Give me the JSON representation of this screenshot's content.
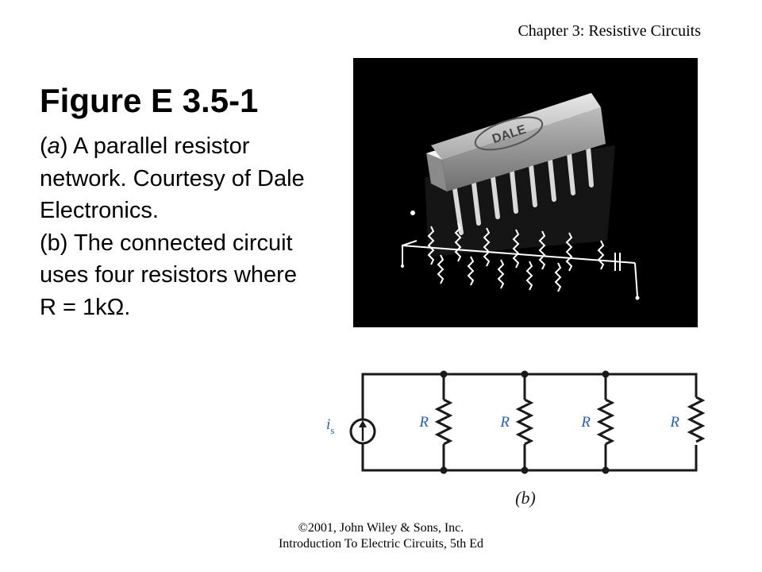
{
  "header": {
    "chapter": "Chapter 3: Resistive Circuits"
  },
  "figure": {
    "title": "Figure E 3.5-1",
    "caption_a_label": "a",
    "caption_a_text": "A parallel resistor network. Courtesy of Dale Electronics.",
    "caption_b_text": "(b) The connected circuit uses four resistors where R = 1kΩ."
  },
  "photo": {
    "chip_brand": "DALE"
  },
  "circuit": {
    "source_symbol": "i",
    "source_subscript": "s",
    "resistor_label": "R",
    "sublabel": "(b)"
  },
  "footer": {
    "copyright": "©2001, John Wiley & Sons, Inc.",
    "book": "Introduction To Electric Circuits, 5th Ed"
  }
}
